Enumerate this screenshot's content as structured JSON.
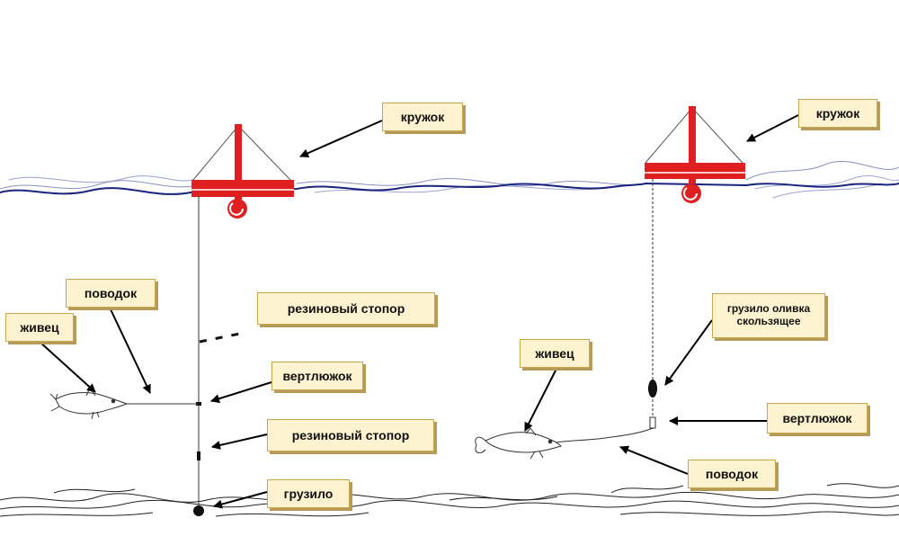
{
  "colors": {
    "float_red": "#e02020",
    "water_blue": "#1a237e",
    "label_fill": "#fdf3d0",
    "label_border": "#c9a64e"
  },
  "labels": {
    "left": {
      "float": "кружок",
      "leader": "поводок",
      "bait_fish": "живец",
      "rubber_stopper_top": "резиновый стопор",
      "swivel": "вертлюжок",
      "rubber_stopper_bottom": "резиновый стопор",
      "sinker": "грузило"
    },
    "right": {
      "float": "кружок",
      "sliding_sinker": "грузило оливка скользящее",
      "bait_fish": "живец",
      "swivel": "вертлюжок",
      "leader": "поводок"
    }
  }
}
